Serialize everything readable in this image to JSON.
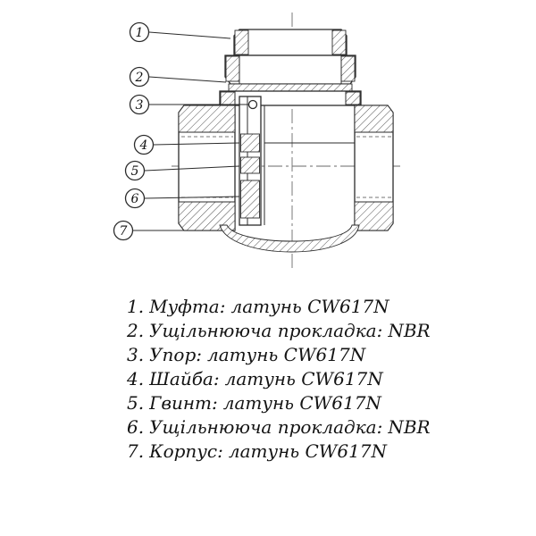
{
  "page": {
    "background": "#ffffff",
    "line_color": "#2b2b2b"
  },
  "diagram": {
    "description": "Cross-section technical drawing of a brass swing check valve",
    "callouts": [
      {
        "n": "1"
      },
      {
        "n": "2"
      },
      {
        "n": "3"
      },
      {
        "n": "4"
      },
      {
        "n": "5"
      },
      {
        "n": "6"
      },
      {
        "n": "7"
      }
    ]
  },
  "legend": {
    "items": [
      {
        "num": "1.",
        "name": "Муфта:",
        "value": "латунь CW617N"
      },
      {
        "num": "2.",
        "name": "Ущільнююча прокладка:",
        "value": "NBR"
      },
      {
        "num": "3.",
        "name": "Упор:",
        "value": "латунь CW617N"
      },
      {
        "num": "4.",
        "name": "Шайба:",
        "value": "латунь CW617N"
      },
      {
        "num": "5.",
        "name": "Гвинт:",
        "value": "латунь CW617N"
      },
      {
        "num": "6.",
        "name": "Ущільнююча прокладка:",
        "value": "NBR"
      },
      {
        "num": "7.",
        "name": "Корпус:",
        "value": "латунь CW617N"
      }
    ]
  }
}
